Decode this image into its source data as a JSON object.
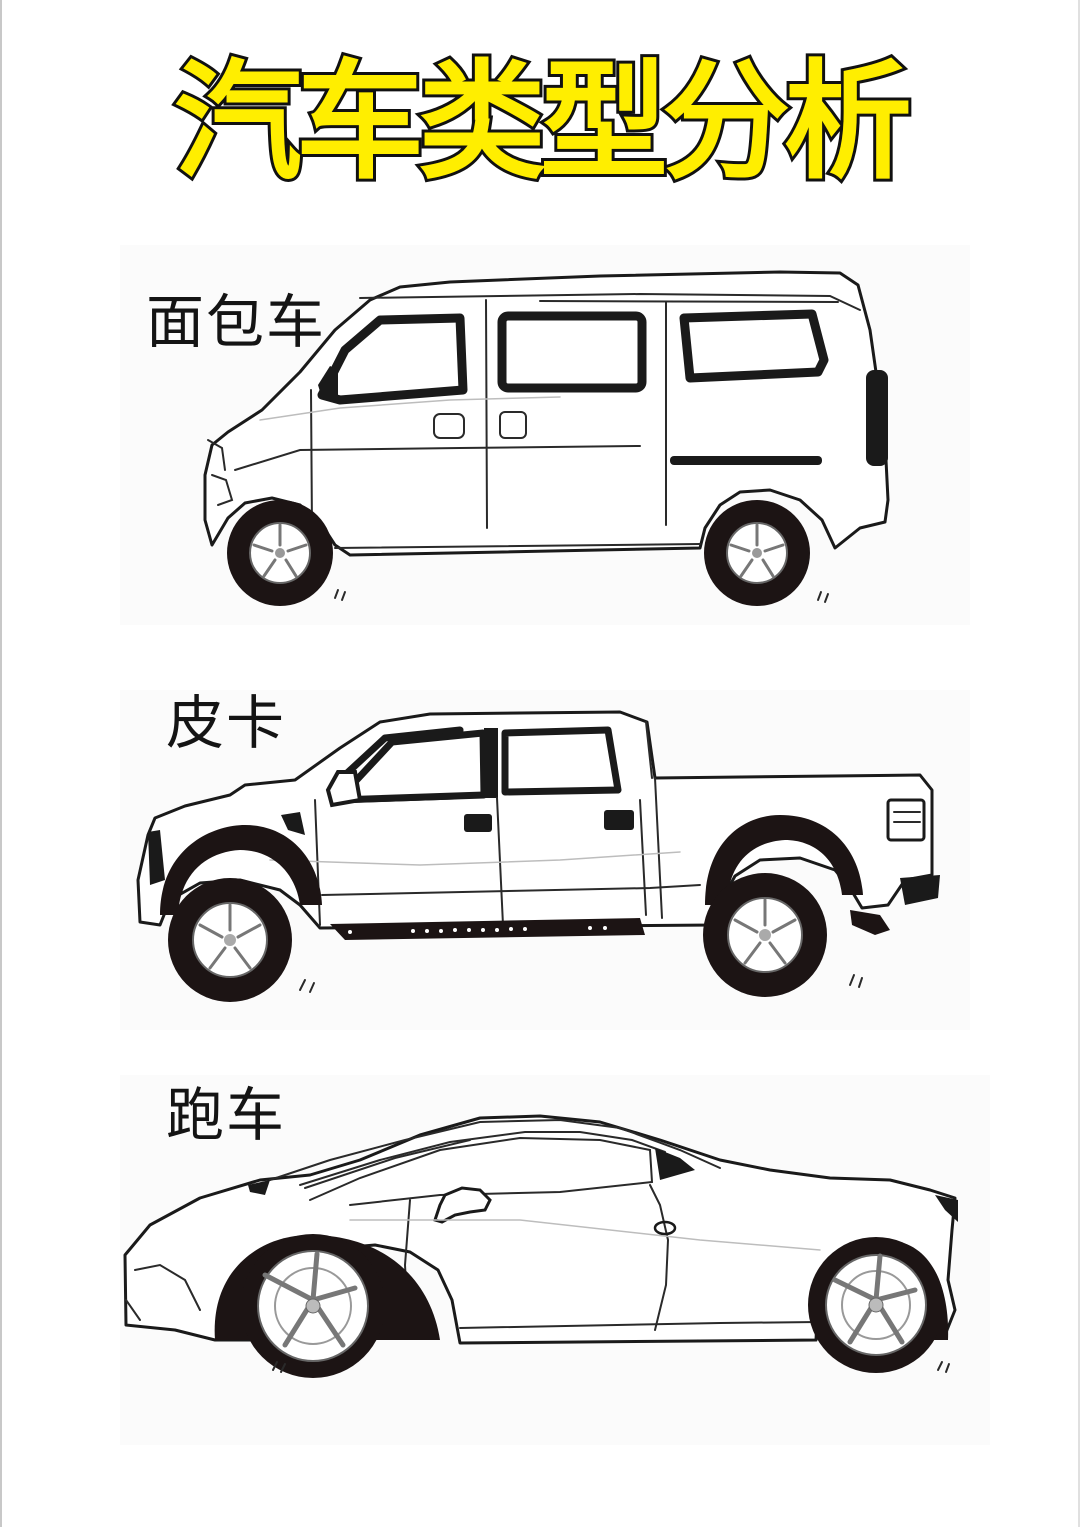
{
  "title": "汽车类型分析",
  "colors": {
    "title_fill": "#ffee00",
    "title_stroke": "#111111",
    "label_text": "#141414",
    "line_art": "#1a1a1a",
    "tire": "#1c1414",
    "background": "#ffffff"
  },
  "vehicles": [
    {
      "label": "面包车",
      "icon": "minivan-icon"
    },
    {
      "label": "皮卡",
      "icon": "pickup-truck-icon"
    },
    {
      "label": "跑车",
      "icon": "sports-car-icon"
    }
  ]
}
